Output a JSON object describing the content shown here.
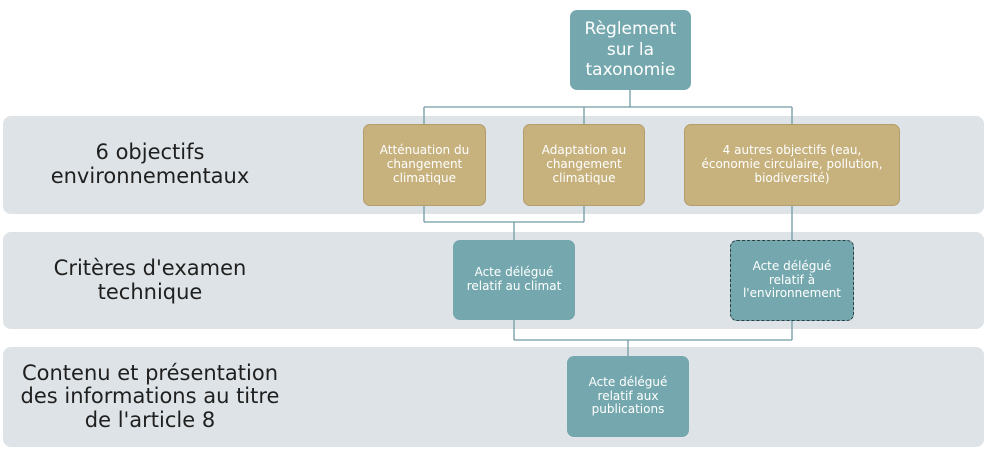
{
  "root": {
    "label": "Règlement sur la taxonomie"
  },
  "rows": [
    {
      "label": "6 objectifs environnementaux",
      "boxes": [
        "Atténuation du changement climatique",
        "Adaptation au changement climatique",
        "4 autres objectifs (eau, économie circulaire, pollution, biodiversité)"
      ]
    },
    {
      "label": "Critères d'examen technique",
      "boxes": [
        "Acte délégué relatif au climat",
        "Acte délégué relatif à l'environnement"
      ]
    },
    {
      "label": "Contenu et présentation des informations au titre de l'article 8",
      "boxes": [
        "Acte délégué relatif aux publications"
      ]
    }
  ],
  "colors": {
    "teal": "#74a8ae",
    "gold": "#c7b17d",
    "band": "#dde3e6",
    "connector": "#6f9ca3"
  }
}
